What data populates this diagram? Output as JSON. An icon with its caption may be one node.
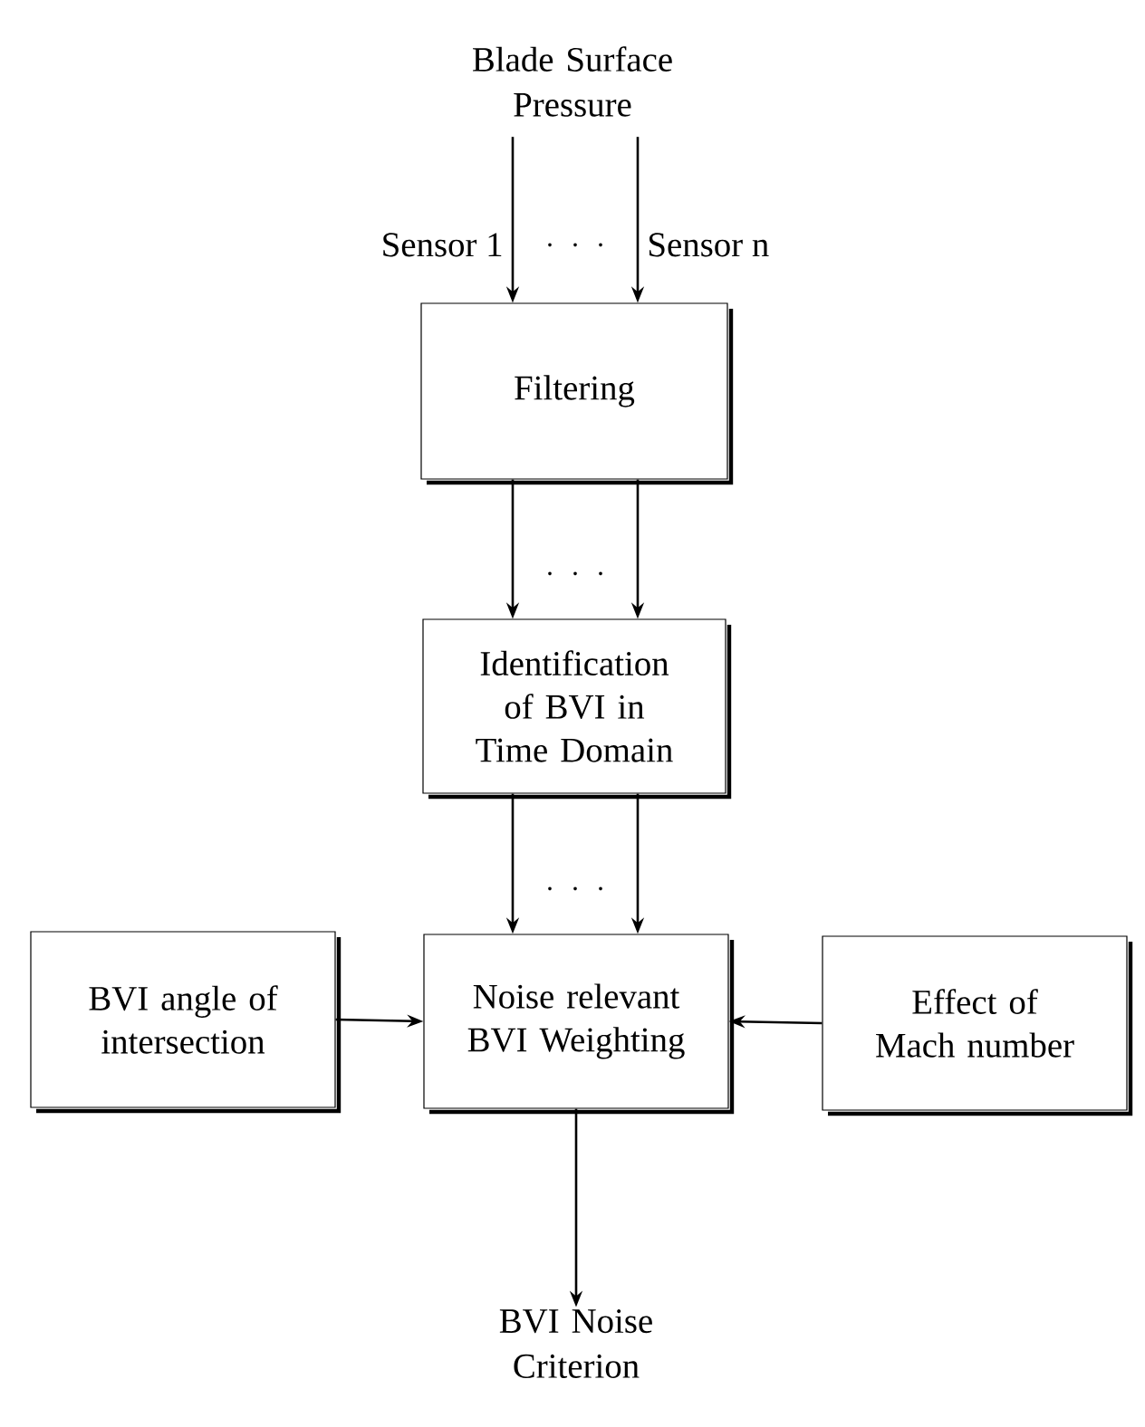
{
  "diagram": {
    "nodes": [
      {
        "text": [
          "Blade Surface Pressure"
        ]
      },
      {
        "text": [
          "Filtering"
        ]
      },
      {
        "text": [
          "Identification of BVI in Time Domain"
        ]
      },
      {
        "text": [
          "BVI angle of intersection"
        ]
      },
      {
        "text": [
          "Noise relevant BVI Weighting"
        ]
      },
      {
        "text": [
          "Effect of Mach number"
        ]
      },
      {
        "text": [
          "BVI Noise Criterion"
        ]
      }
    ],
    "edges": [
      {
        "from": 0,
        "to": 1,
        "arrow": "to",
        "label": "Sensor 1"
      },
      {
        "from": 0,
        "to": 1,
        "arrow": "to",
        "label": "Sensor n"
      },
      {
        "from": 1,
        "to": 2,
        "arrow": "to"
      },
      {
        "from": 1,
        "to": 2,
        "arrow": "to"
      },
      {
        "from": 2,
        "to": 4,
        "arrow": "to"
      },
      {
        "from": 2,
        "to": 4,
        "arrow": "to"
      },
      {
        "from": 3,
        "to": 4,
        "arrow": "to"
      },
      {
        "from": 5,
        "to": 4,
        "arrow": "to"
      },
      {
        "from": 4,
        "to": 6,
        "arrow": "to"
      }
    ]
  }
}
